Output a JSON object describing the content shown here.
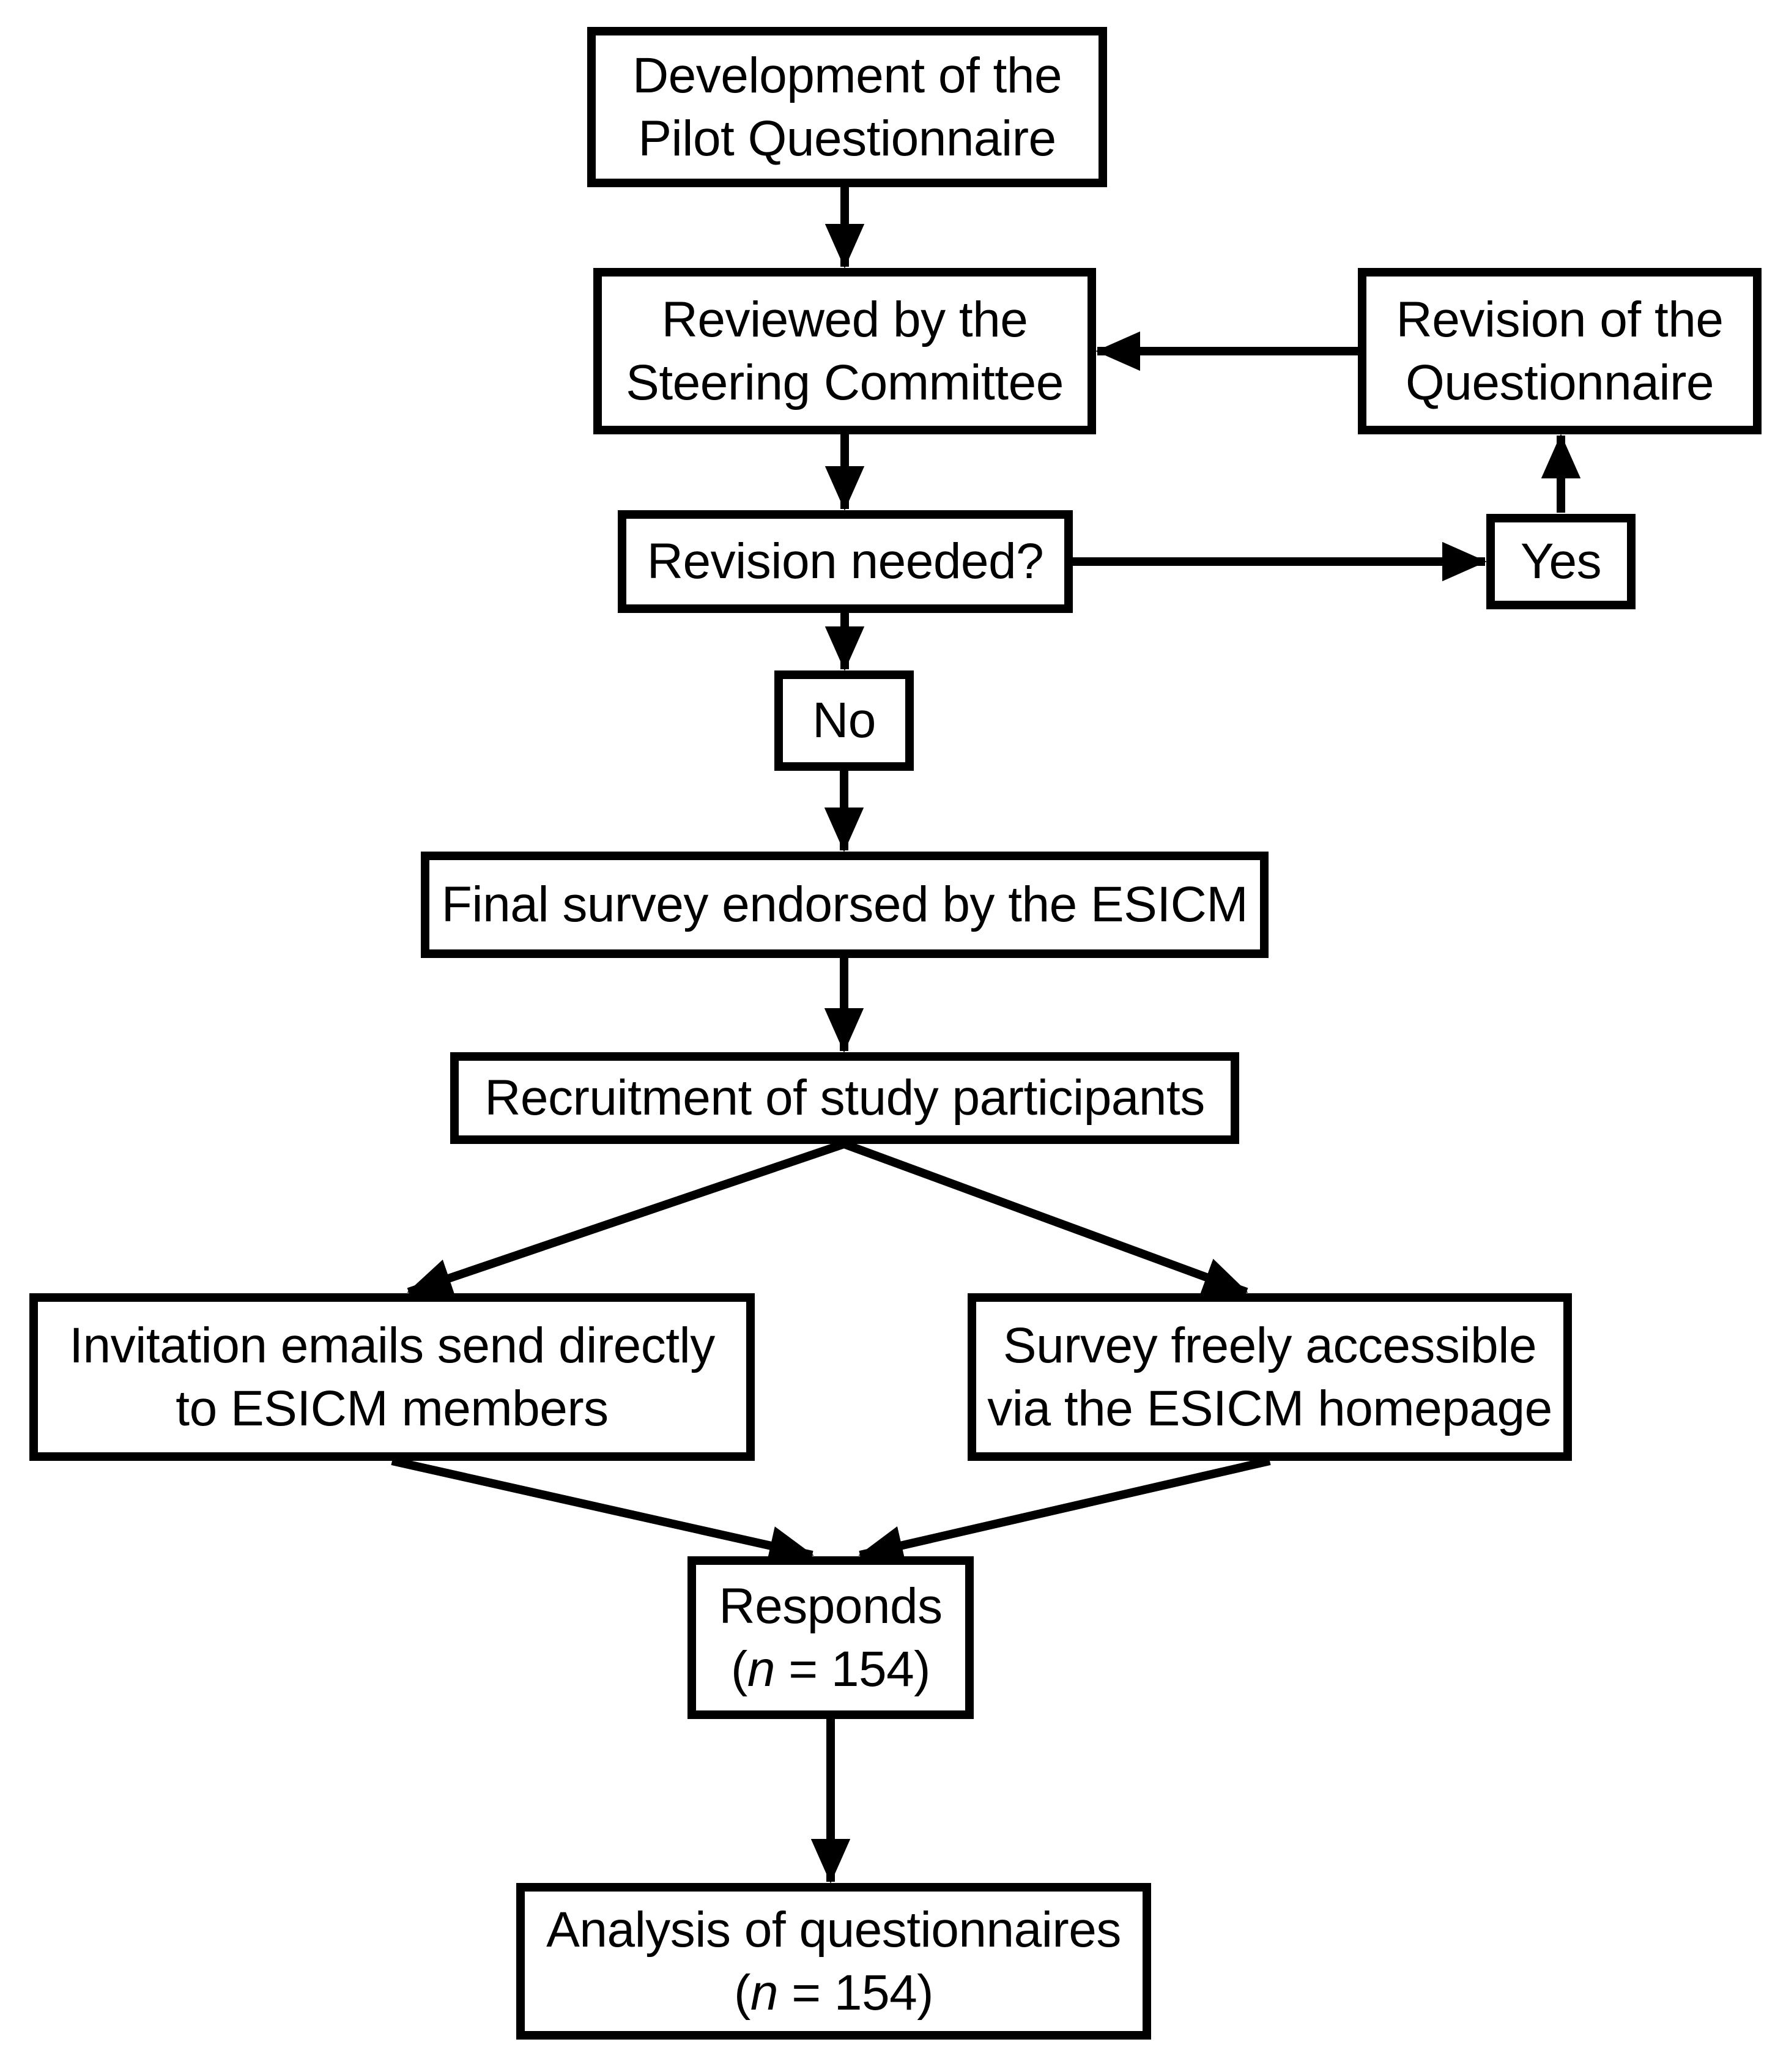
{
  "diagram": {
    "background_color": "#ffffff",
    "line_color": "#000000",
    "box_fill_color": "#ffffff",
    "nodes": {
      "development": {
        "lines": [
          [
            "Development of the"
          ],
          [
            "Pilot Questionnaire"
          ]
        ]
      },
      "reviewed": {
        "lines": [
          [
            "Reviewed by the"
          ],
          [
            "Steering Committee"
          ]
        ]
      },
      "revision": {
        "lines": [
          [
            "Revision of the"
          ],
          [
            "Questionnaire"
          ]
        ]
      },
      "revision_needed": {
        "lines": [
          [
            "Revision needed?"
          ]
        ]
      },
      "yes": {
        "lines": [
          [
            "Yes"
          ]
        ]
      },
      "no": {
        "lines": [
          [
            "No"
          ]
        ]
      },
      "final_survey": {
        "lines": [
          [
            "Final survey endorsed by the ESICM"
          ]
        ]
      },
      "recruitment": {
        "lines": [
          [
            "Recruitment of study participants"
          ]
        ]
      },
      "invitation": {
        "lines": [
          [
            "Invitation emails send directly"
          ],
          [
            "to ESICM members"
          ]
        ]
      },
      "survey_access": {
        "lines": [
          [
            "Survey freely accessible"
          ],
          [
            "via the ESICM homepage"
          ]
        ]
      },
      "responds": {
        "lines": [
          [
            "Responds"
          ],
          [
            "(",
            {
              "text": "n",
              "italic": true
            },
            " = 154)"
          ]
        ]
      },
      "analysis": {
        "lines": [
          [
            "Analysis of questionnaires"
          ],
          [
            "(",
            {
              "text": "n",
              "italic": true
            },
            " = 154)"
          ]
        ]
      }
    },
    "edges": [
      {
        "from": "development",
        "to": "reviewed"
      },
      {
        "from": "reviewed",
        "to": "revision_needed"
      },
      {
        "from": "revision_needed",
        "to": "yes"
      },
      {
        "from": "yes",
        "to": "revision"
      },
      {
        "from": "revision",
        "to": "reviewed"
      },
      {
        "from": "revision_needed",
        "to": "no"
      },
      {
        "from": "no",
        "to": "final_survey"
      },
      {
        "from": "final_survey",
        "to": "recruitment"
      },
      {
        "from": "recruitment",
        "to": "invitation"
      },
      {
        "from": "recruitment",
        "to": "survey_access"
      },
      {
        "from": "invitation",
        "to": "responds"
      },
      {
        "from": "survey_access",
        "to": "responds"
      },
      {
        "from": "responds",
        "to": "analysis"
      }
    ]
  }
}
